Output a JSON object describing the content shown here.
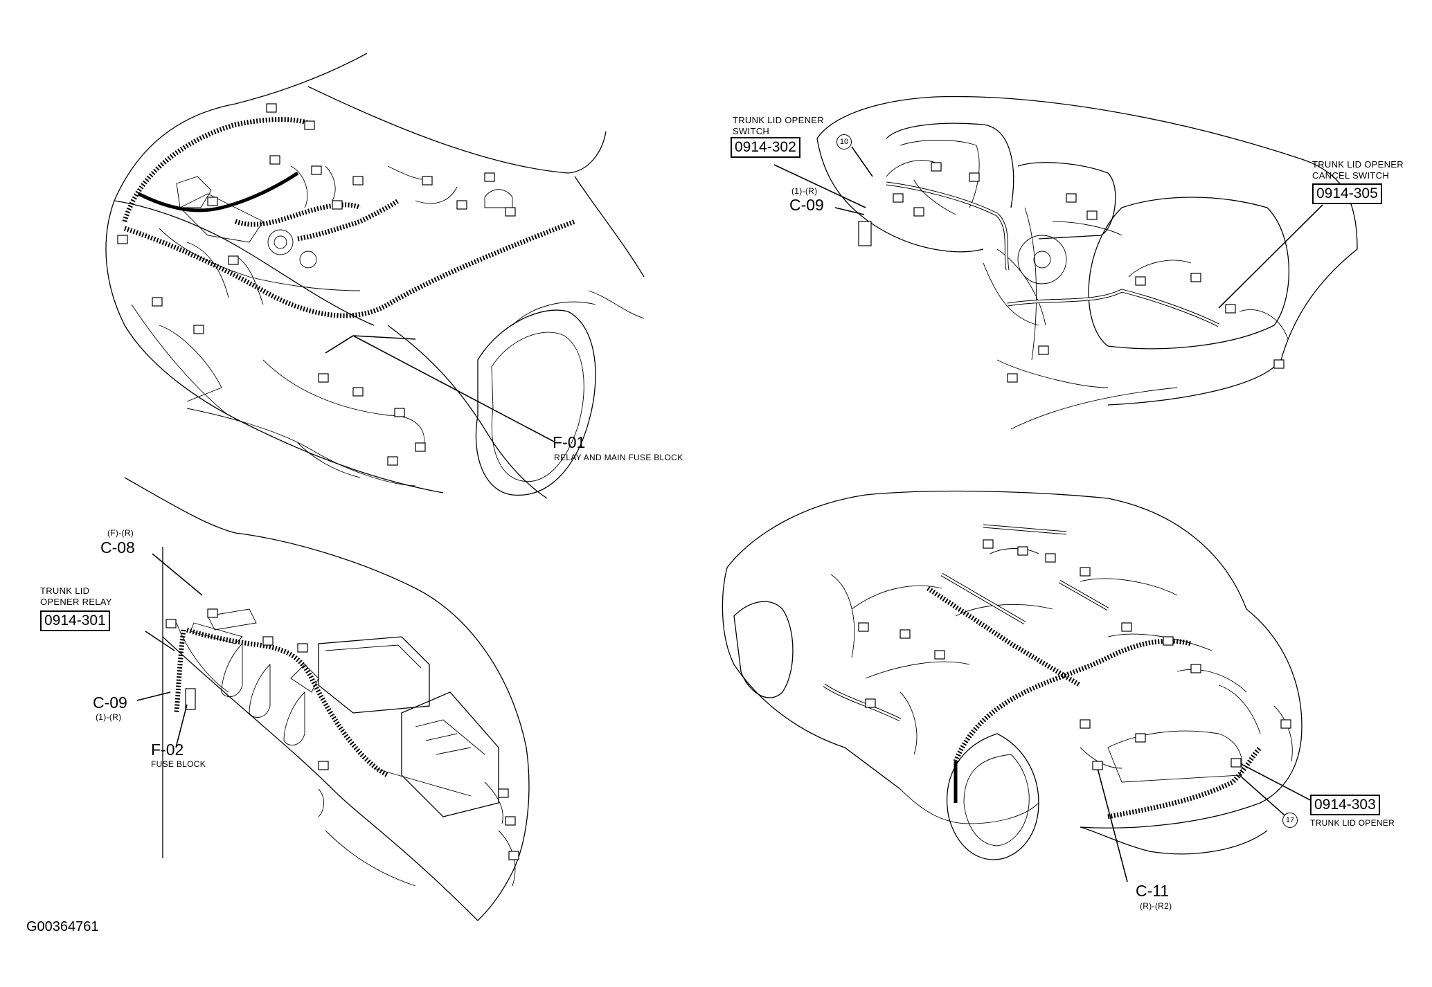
{
  "figure_id": "G00364761",
  "views": {
    "engine_bay": {
      "callouts": [
        {
          "code": "F-01",
          "caption": "RELAY AND MAIN FUSE BLOCK"
        }
      ]
    },
    "instrument_panel": {
      "callouts": [
        {
          "caption": "TRUNK LID OPENER\nSWITCH",
          "box": "0914-302"
        },
        {
          "circle": "10"
        },
        {
          "sub": "(1)-(R)",
          "code": "C-09"
        },
        {
          "caption": "TRUNK LID OPENER\nCANCEL SWITCH",
          "box": "0914-305"
        }
      ]
    },
    "cabin_left": {
      "callouts": [
        {
          "sub": "(F)-(R)",
          "code": "C-08"
        },
        {
          "caption": "TRUNK LID\nOPENER RELAY",
          "box": "0914-301"
        },
        {
          "code": "C-09",
          "sub": "(1)-(R)"
        },
        {
          "code": "F-02",
          "caption": "FUSE BLOCK"
        }
      ]
    },
    "rear_body": {
      "callouts": [
        {
          "box": "0914-303",
          "caption": "TRUNK LID OPENER"
        },
        {
          "circle": "17"
        },
        {
          "code": "C-11",
          "sub": "(R)-(R2)"
        }
      ]
    }
  }
}
